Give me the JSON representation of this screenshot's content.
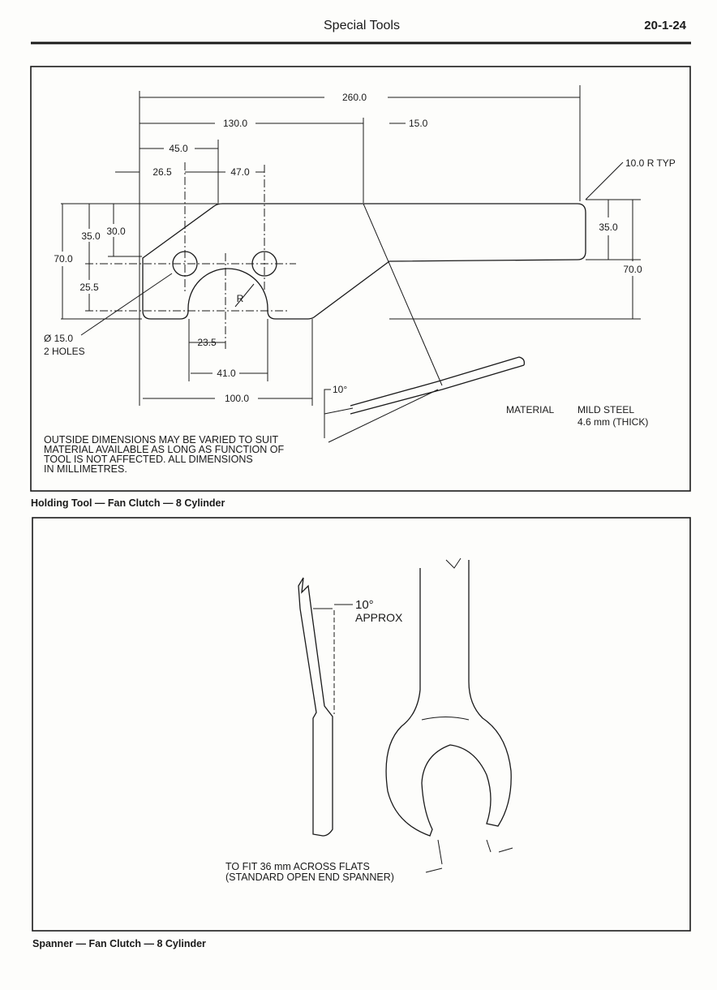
{
  "header": {
    "section_title": "Special Tools",
    "page_number": "20-1-24"
  },
  "figure1": {
    "caption": "Holding Tool — Fan Clutch — 8 Cylinder",
    "dimensions": {
      "d260": "260.0",
      "d130": "130.0",
      "d15": "15.0",
      "d45": "45.0",
      "d26_5": "26.5",
      "d47": "47.0",
      "d10r": "10.0 R TYP",
      "d35_left": "35.0",
      "d30": "30.0",
      "d70_left": "70.0",
      "d25_5": "25.5",
      "d35_right": "35.0",
      "d70_right": "70.0",
      "r": "R",
      "d23_5": "23.5",
      "d41": "41.0",
      "d100": "100.0",
      "angle": "10°"
    },
    "holes_line1": "Ø 15.0",
    "holes_line2": "2 HOLES",
    "material_label": "MATERIAL",
    "material_line1": "MILD STEEL",
    "material_line2": "4.6 mm (THICK)",
    "note": [
      "OUTSIDE DIMENSIONS MAY BE VARIED TO SUIT",
      "MATERIAL AVAILABLE AS LONG AS FUNCTION OF",
      "TOOL IS NOT AFFECTED. ALL DIMENSIONS",
      "IN MILLIMETRES."
    ]
  },
  "figure2": {
    "caption": "Spanner — Fan Clutch — 8 Cylinder",
    "angle_line1": "10°",
    "angle_line2": "APPROX",
    "note": [
      "TO FIT 36 mm ACROSS FLATS",
      "(STANDARD OPEN END SPANNER)"
    ]
  }
}
